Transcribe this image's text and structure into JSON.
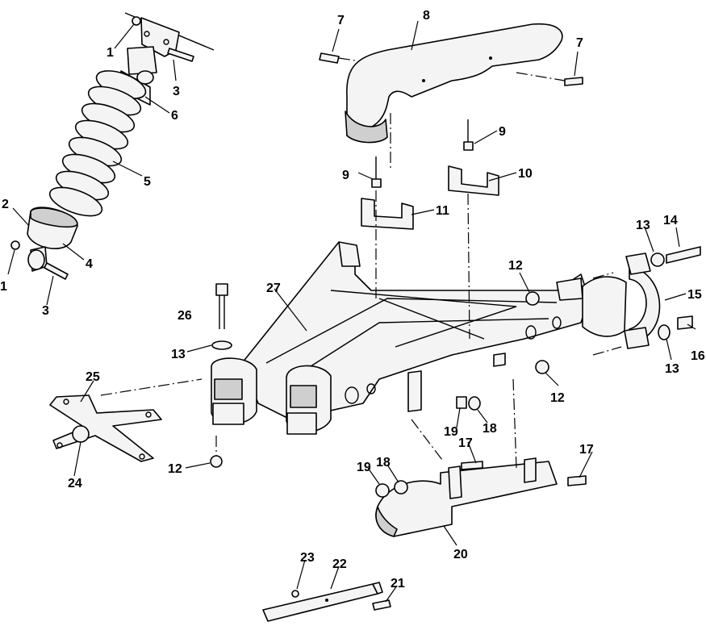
{
  "diagram": {
    "callouts": {
      "c1a": "1",
      "c1b": "1",
      "c2": "2",
      "c3a": "3",
      "c3b": "3",
      "c4": "4",
      "c5": "5",
      "c6": "6",
      "c7a": "7",
      "c7b": "7",
      "c8": "8",
      "c9a": "9",
      "c9b": "9",
      "c10": "10",
      "c11": "11",
      "c12a": "12",
      "c12b": "12",
      "c12c": "12",
      "c13a": "13",
      "c13b": "13",
      "c13c": "13",
      "c14": "14",
      "c15": "15",
      "c16": "16",
      "c17a": "17",
      "c17b": "17",
      "c18a": "18",
      "c18b": "18",
      "c19a": "19",
      "c19b": "19",
      "c20": "20",
      "c21": "21",
      "c22": "22",
      "c23": "23",
      "c24": "24",
      "c25": "25",
      "c26": "26",
      "c27": "27"
    }
  }
}
